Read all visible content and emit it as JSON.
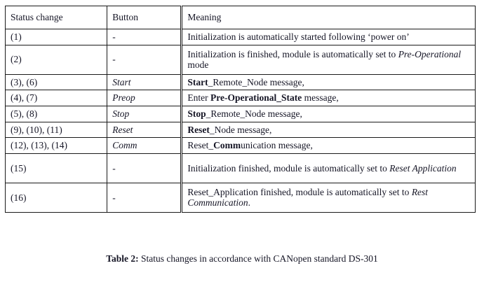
{
  "table": {
    "headers": [
      "Status change",
      "Button",
      "Meaning"
    ],
    "rows": [
      {
        "status_change": "(1)",
        "button": "-",
        "button_is_dash": true,
        "meaning_parts": [
          {
            "text": "Initialization is automatically started following ‘power on’",
            "style": "normal"
          }
        ]
      },
      {
        "status_change": "(2)",
        "button": "-",
        "button_is_dash": true,
        "meaning_parts": [
          {
            "text": "Initialization is finished, module is automatically set to ",
            "style": "normal"
          },
          {
            "text": "Pre-Operational",
            "style": "italic"
          },
          {
            "text": " mode",
            "style": "normal"
          }
        ]
      },
      {
        "status_change": "(3), (6)",
        "button": "Start",
        "button_is_dash": false,
        "meaning_parts": [
          {
            "text": "Start",
            "style": "bold"
          },
          {
            "text": "_Remote_Node message,",
            "style": "normal"
          }
        ]
      },
      {
        "status_change": "(4), (7)",
        "button": "Preop",
        "button_is_dash": false,
        "meaning_parts": [
          {
            "text": "Enter ",
            "style": "normal"
          },
          {
            "text": "Pre-Operational_State",
            "style": "bold"
          },
          {
            "text": " message,",
            "style": "normal"
          }
        ]
      },
      {
        "status_change": "(5), (8)",
        "button": "Stop",
        "button_is_dash": false,
        "meaning_parts": [
          {
            "text": "Stop",
            "style": "bold"
          },
          {
            "text": "_Remote_Node message,",
            "style": "normal"
          }
        ]
      },
      {
        "status_change": "(9), (10), (11)",
        "button": "Reset",
        "button_is_dash": false,
        "meaning_parts": [
          {
            "text": "Reset",
            "style": "bold"
          },
          {
            "text": "_Node message,",
            "style": "normal"
          }
        ]
      },
      {
        "status_change": "(12), (13), (14)",
        "button": "Comm",
        "button_is_dash": false,
        "meaning_parts": [
          {
            "text": "Reset_",
            "style": "normal"
          },
          {
            "text": "Comm",
            "style": "bold"
          },
          {
            "text": "unication message,",
            "style": "normal"
          }
        ]
      },
      {
        "status_change": "(15)",
        "button": "-",
        "button_is_dash": true,
        "meaning_parts": [
          {
            "text": "Initialization finished, module is automatically set to ",
            "style": "normal"
          },
          {
            "text": "Reset Application",
            "style": "italic"
          }
        ]
      },
      {
        "status_change": "(16)",
        "button": "-",
        "button_is_dash": true,
        "meaning_parts": [
          {
            "text": "Reset_Application finished, module is automatically set to ",
            "style": "normal"
          },
          {
            "text": "Rest Communication",
            "style": "italic"
          },
          {
            "text": ".",
            "style": "normal"
          }
        ]
      }
    ]
  },
  "caption": {
    "label": "Table 2:",
    "text": " Status changes in accordance with CANopen standard DS-301"
  },
  "colors": {
    "border": "#1a1a1a",
    "text": "#151525",
    "background": "#ffffff"
  }
}
